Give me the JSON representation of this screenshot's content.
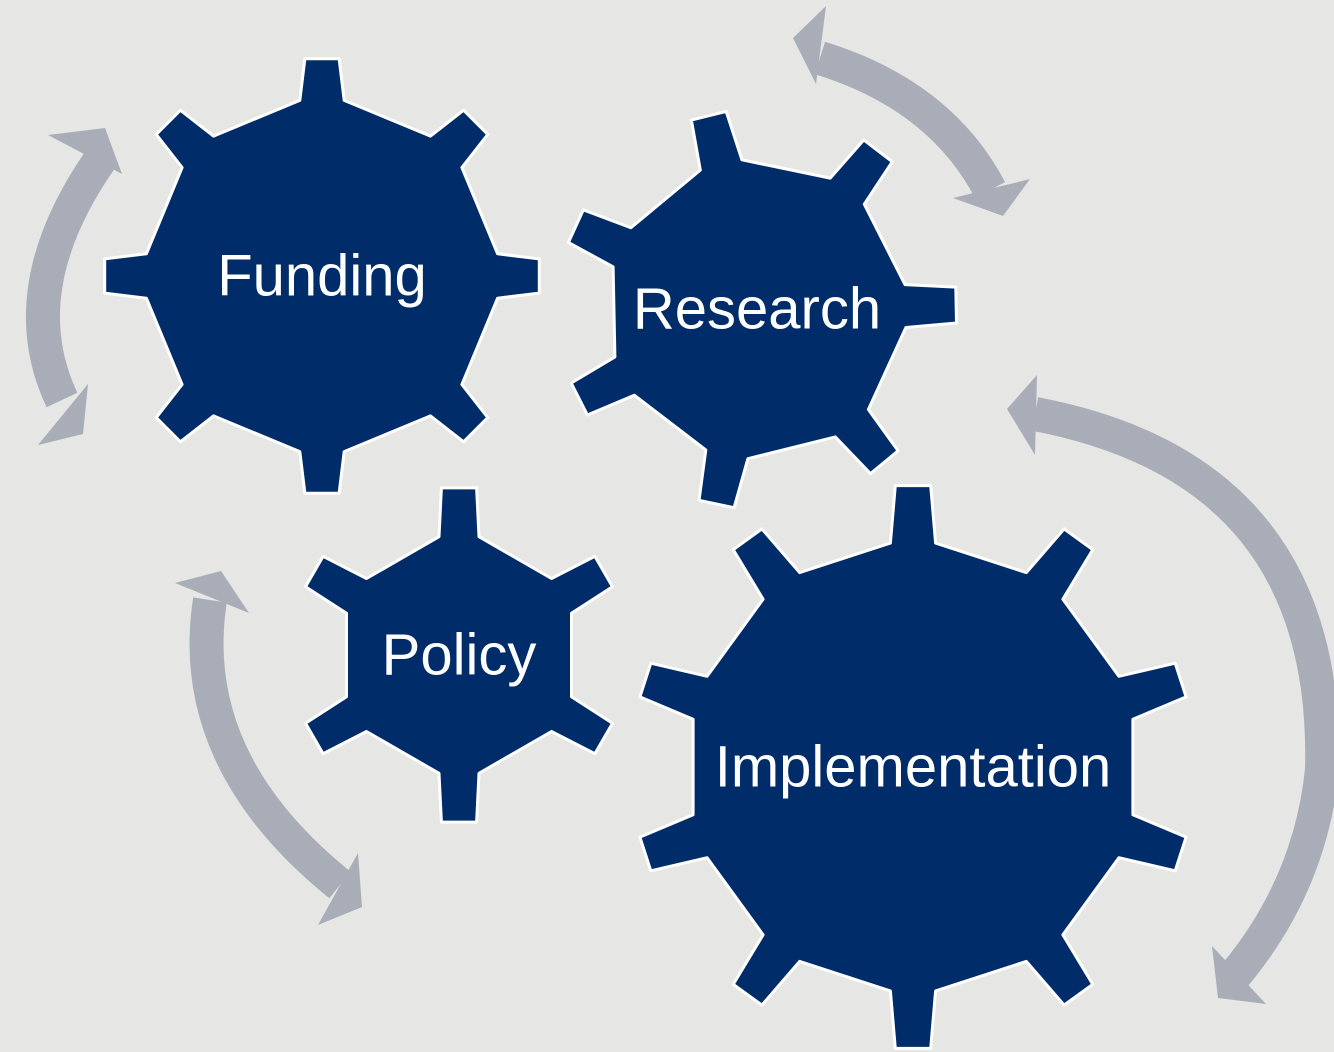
{
  "diagram": {
    "colors": {
      "background": "#e6e6e4",
      "gear_fill": "#002d6a",
      "gear_stroke": "#ffffff",
      "arrow": "#a8adb8",
      "label": "#ffffff"
    },
    "gears": [
      {
        "id": "funding",
        "label": "Funding"
      },
      {
        "id": "research",
        "label": "Research"
      },
      {
        "id": "policy",
        "label": "Policy"
      },
      {
        "id": "implementation",
        "label": "Implementation"
      }
    ]
  }
}
